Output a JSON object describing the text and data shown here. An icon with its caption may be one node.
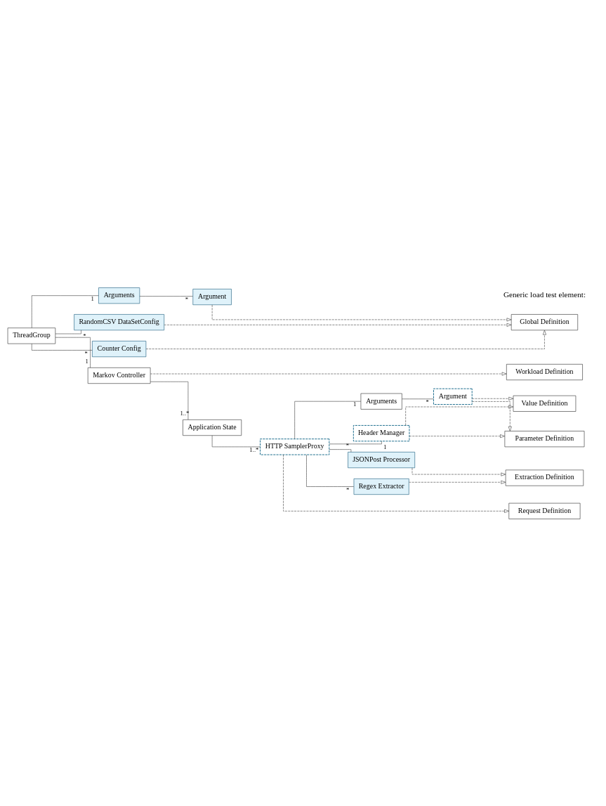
{
  "diagram": {
    "nodes": [
      {
        "text": [
          "ThreadGroup"
        ]
      },
      {
        "text": [
          "Arguments"
        ]
      },
      {
        "text": [
          "Argument"
        ]
      },
      {
        "text": [
          "RandomCSV DataSetConfig"
        ]
      },
      {
        "text": [
          "Counter Config"
        ]
      },
      {
        "text": [
          "Markov Controller"
        ]
      },
      {
        "text": [
          "Application State"
        ]
      },
      {
        "text": [
          "HTTP SamplerProxy"
        ]
      },
      {
        "text": [
          "Header Manager"
        ]
      },
      {
        "text": [
          "Arguments"
        ]
      },
      {
        "text": [
          "Argument"
        ]
      },
      {
        "text": [
          "Regex Extractor"
        ]
      },
      {
        "text": [
          "JSONPost Processor"
        ]
      },
      {
        "text": [
          "Global Definition"
        ]
      },
      {
        "text": [
          "Workload Definition"
        ]
      },
      {
        "text": [
          "Request Definition"
        ]
      },
      {
        "text": [
          "Parameter Definition"
        ]
      },
      {
        "text": [
          "Value Definition"
        ]
      },
      {
        "text": [
          "Extraction Definition"
        ]
      }
    ],
    "edges": [
      {
        "from": 0,
        "to": 1,
        "arrow": "none",
        "label": "1"
      },
      {
        "from": 1,
        "to": 2,
        "arrow": "none",
        "label": "*"
      },
      {
        "from": 0,
        "to": 3,
        "arrow": "none",
        "label": "*"
      },
      {
        "from": 0,
        "to": 4,
        "arrow": "none",
        "label": "*"
      },
      {
        "from": 0,
        "to": 5,
        "arrow": "none",
        "label": "1"
      },
      {
        "from": 5,
        "to": 6,
        "arrow": "none",
        "label": "1..*"
      },
      {
        "from": 6,
        "to": 7,
        "arrow": "none",
        "label": "1..*"
      },
      {
        "from": 7,
        "to": 8,
        "arrow": "none",
        "label": "1"
      },
      {
        "from": 7,
        "to": 9,
        "arrow": "none",
        "label": "1"
      },
      {
        "from": 9,
        "to": 10,
        "arrow": "none",
        "label": "*"
      },
      {
        "from": 7,
        "to": 11,
        "arrow": "none",
        "label": "*"
      },
      {
        "from": 7,
        "to": 12,
        "arrow": "none",
        "label": "*"
      },
      {
        "from": 2,
        "to": 13,
        "arrow": "to",
        "style": "dashed"
      },
      {
        "from": 3,
        "to": 13,
        "arrow": "to",
        "style": "dashed"
      },
      {
        "from": 4,
        "to": 13,
        "arrow": "to",
        "style": "dashed"
      },
      {
        "from": 5,
        "to": 14,
        "arrow": "to",
        "style": "dashed"
      },
      {
        "from": 7,
        "to": 15,
        "arrow": "to",
        "style": "dashed"
      },
      {
        "from": 8,
        "to": 16,
        "arrow": "to",
        "style": "dashed"
      },
      {
        "from": 8,
        "to": 17,
        "arrow": "to",
        "style": "dashed"
      },
      {
        "from": 10,
        "to": 16,
        "arrow": "to",
        "style": "dashed"
      },
      {
        "from": 10,
        "to": 17,
        "arrow": "to",
        "style": "dashed"
      },
      {
        "from": 11,
        "to": 18,
        "arrow": "to",
        "style": "dashed"
      },
      {
        "from": 12,
        "to": 18,
        "arrow": "to",
        "style": "dashed"
      }
    ],
    "labels": [
      "Generic load test element:"
    ]
  }
}
